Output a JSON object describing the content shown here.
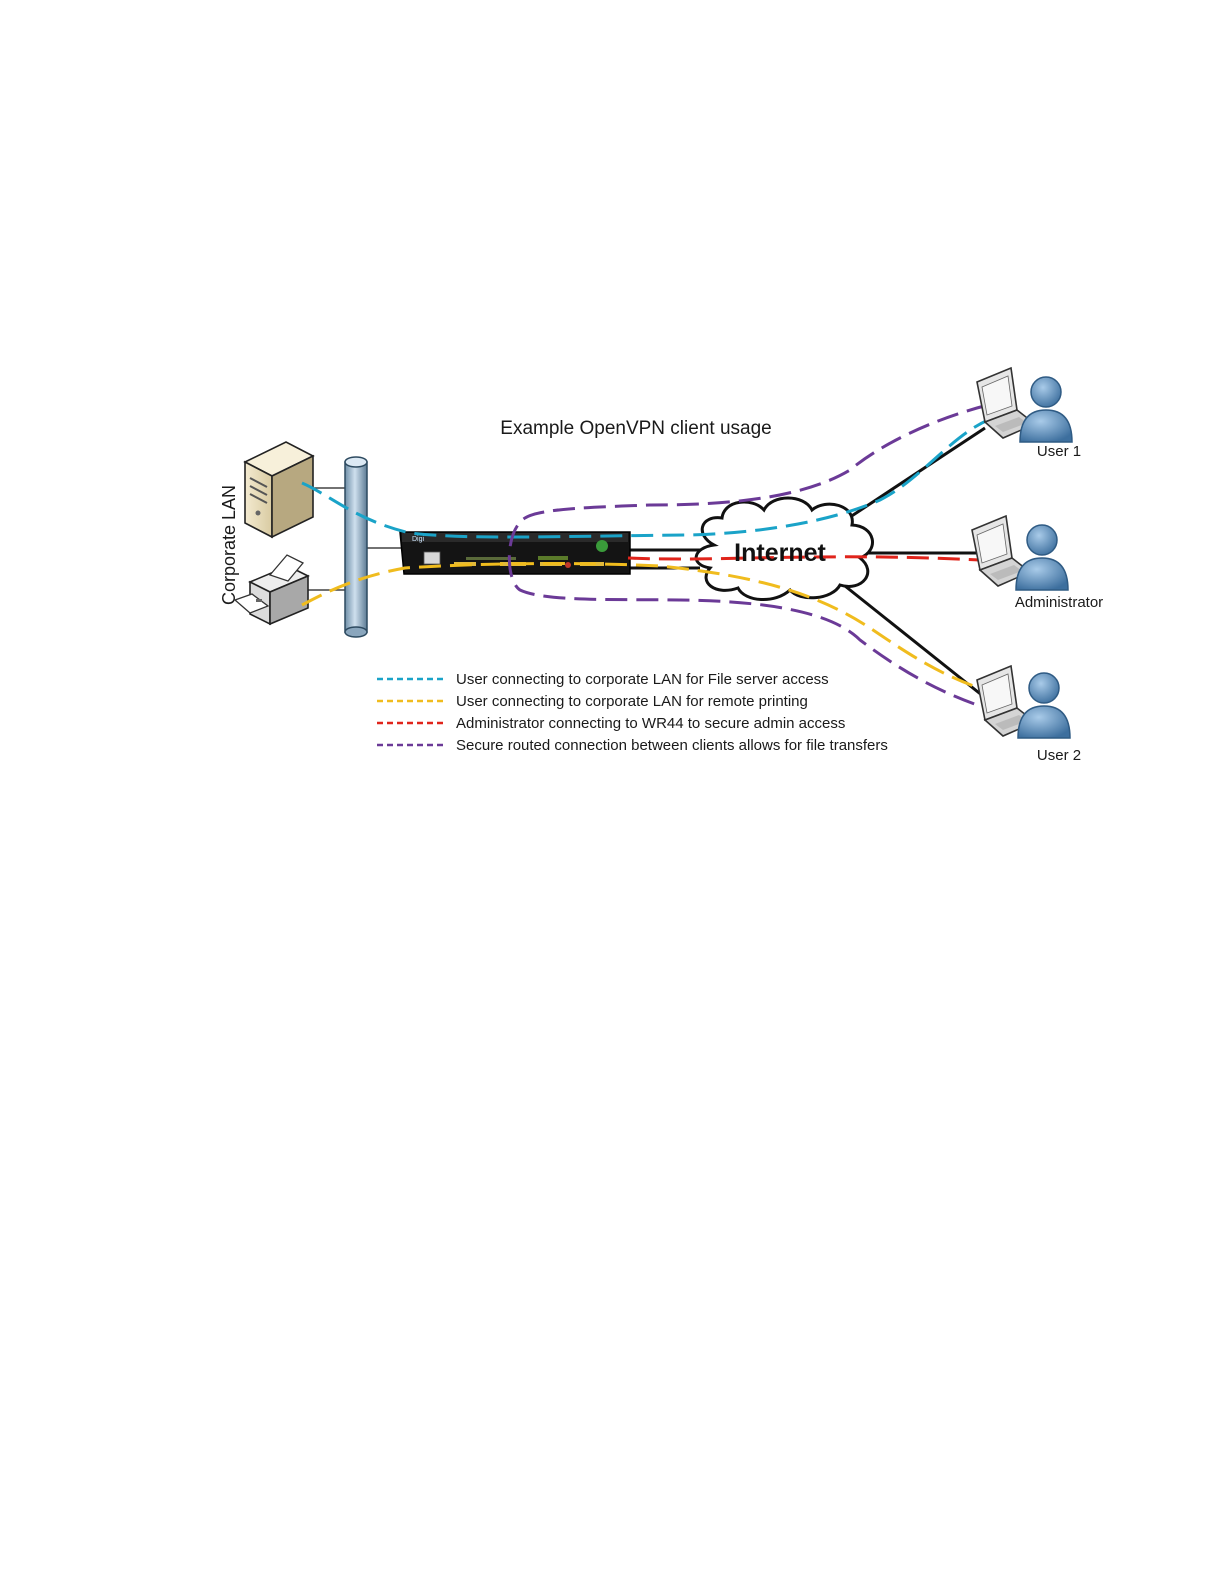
{
  "title": "Example OpenVPN client usage",
  "lan_label": "Corporate LAN",
  "internet_label": "Internet",
  "router_brand": "Digi",
  "nodes": {
    "user1": "User 1",
    "administrator": "Administrator",
    "user2": "User 2"
  },
  "legend": [
    {
      "color": "#1aa3c8",
      "label": "User connecting to corporate LAN for File server access"
    },
    {
      "color": "#f0bc1e",
      "label": "User connecting to corporate LAN for remote printing"
    },
    {
      "color": "#e0241b",
      "label": "Administrator connecting to WR44 to secure admin access"
    },
    {
      "color": "#6b3a97",
      "label": "Secure routed connection between clients allows for file transfers"
    }
  ],
  "icons": [
    "file-server-icon",
    "printer-icon",
    "router-icon",
    "internet-cloud-icon",
    "laptop-icon",
    "user-icon"
  ]
}
